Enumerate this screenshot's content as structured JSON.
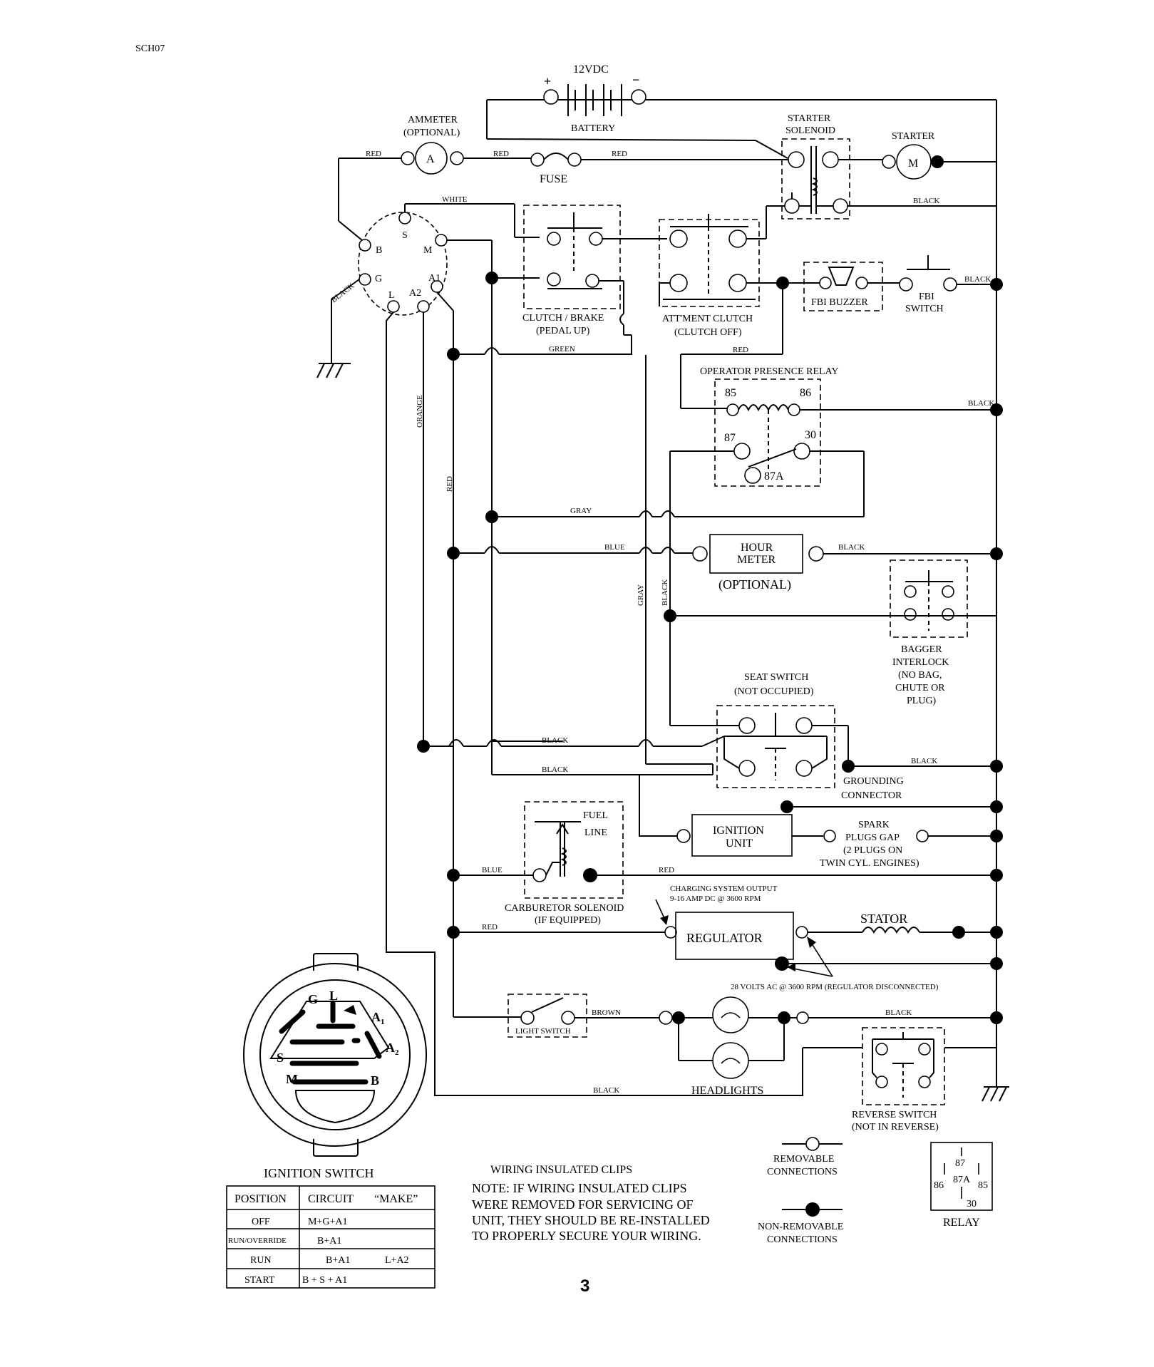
{
  "doc_code": "SCH07",
  "page_number": "3",
  "power": {
    "voltage": "12VDC",
    "plus": "+",
    "minus": "−",
    "battery": "BATTERY"
  },
  "components": {
    "ammeter_title": "AMMETER",
    "ammeter_sub": "(OPTIONAL)",
    "ammeter_letter": "A",
    "fuse": "FUSE",
    "starter_solenoid_1": "STARTER",
    "starter_solenoid_2": "SOLENOID",
    "starter": "STARTER",
    "starter_letter": "M",
    "clutch_brake_1": "CLUTCH / BRAKE",
    "clutch_brake_2": "(PEDAL UP)",
    "attment_clutch_1": "ATT'MENT CLUTCH",
    "attment_clutch_2": "(CLUTCH OFF)",
    "fbi_buzzer": "FBI BUZZER",
    "fbi_switch_1": "FBI",
    "fbi_switch_2": "SWITCH",
    "opr_title": "OPERATOR PRESENCE RELAY",
    "relay_85": "85",
    "relay_86": "86",
    "relay_87": "87",
    "relay_30": "30",
    "relay_87a": "87A",
    "hour_meter_1": "HOUR",
    "hour_meter_2": "METER",
    "hour_meter_3": "(OPTIONAL)",
    "bagger_1": "BAGGER",
    "bagger_2": "INTERLOCK",
    "bagger_3": "(NO BAG,",
    "bagger_4": "CHUTE OR",
    "bagger_5": "PLUG)",
    "seat_switch_1": "SEAT SWITCH",
    "seat_switch_2": "(NOT OCCUPIED)",
    "grounding_1": "GROUNDING",
    "grounding_2": "CONNECTOR",
    "fuel_1": "FUEL",
    "fuel_2": "LINE",
    "ignition_unit_1": "IGNITION",
    "ignition_unit_2": "UNIT",
    "spark_1": "SPARK",
    "spark_2": "PLUGS GAP",
    "spark_3": "(2 PLUGS ON",
    "spark_4": "TWIN CYL. ENGINES)",
    "carb_1": "CARBURETOR SOLENOID",
    "carb_2": "(IF EQUIPPED)",
    "charging_1": "CHARGING SYSTEM OUTPUT",
    "charging_2": "9-16 AMP DC @ 3600 RPM",
    "regulator": "REGULATOR",
    "stator": "STATOR",
    "volts_ac": "28 VOLTS AC @ 3600 RPM (REGULATOR DISCONNECTED)",
    "light_switch": "LIGHT SWITCH",
    "headlights": "HEADLIGHTS",
    "reverse_1": "REVERSE SWITCH",
    "reverse_2": "(NOT IN REVERSE)"
  },
  "ignition_terminals": {
    "b": "B",
    "s": "S",
    "m": "M",
    "g": "G",
    "l": "L",
    "a2": "A2",
    "a1": "A1"
  },
  "wire_labels": {
    "red_1": "RED",
    "red_2": "RED",
    "red_3": "RED",
    "white": "WHITE",
    "black_solenoid": "BLACK",
    "black_ign": "BLACK",
    "black_fbi": "BLACK",
    "green": "GREEN",
    "red_relay": "RED",
    "black_relay": "BLACK",
    "orange": "ORANGE",
    "red_vertical": "RED",
    "gray": "GRAY",
    "blue_hour": "BLUE",
    "black_hour": "BLACK",
    "gray_vertical": "GRAY",
    "black_vertical": "BLACK",
    "black_seat": "BLACK",
    "black_seat2": "BLACK",
    "black_ground": "BLACK",
    "blue_carb": "BLUE",
    "red_carb": "RED",
    "red_reg": "RED",
    "brown": "BROWN",
    "black_head": "BLACK",
    "black_bottom": "BLACK"
  },
  "ignition_switch": {
    "title": "IGNITION SWITCH",
    "face": {
      "g": "G",
      "l": "L",
      "a1": "A",
      "a1_sub": "1",
      "a2": "A",
      "a2_sub": "2",
      "s": "S",
      "m": "M",
      "b": "B"
    },
    "headers": [
      "POSITION",
      "CIRCUIT",
      "“MAKE”"
    ],
    "rows": [
      {
        "position": "OFF",
        "circuit": "M+G+A1",
        "extra": ""
      },
      {
        "position": "RUN/OVERRIDE",
        "circuit": "B+A1",
        "extra": ""
      },
      {
        "position": "RUN",
        "circuit": "B+A1",
        "extra": "L+A2"
      },
      {
        "position": "START",
        "circuit": "B + S + A1",
        "extra": ""
      }
    ]
  },
  "note": {
    "title": "WIRING INSULATED CLIPS",
    "lines": [
      "NOTE:  IF WIRING INSULATED CLIPS",
      "WERE REMOVED FOR SERVICING OF",
      " UNIT, THEY SHOULD BE RE-INSTALLED",
      "TO PROPERLY SECURE YOUR WIRING."
    ]
  },
  "legend": {
    "removable_1": "REMOVABLE",
    "removable_2": "CONNECTIONS",
    "nonremovable_1": "NON-REMOVABLE",
    "nonremovable_2": "CONNECTIONS",
    "relay": "RELAY",
    "relay_pins": {
      "p87": "87",
      "p86": "86",
      "p87a": "87A",
      "p85": "85",
      "p30": "30"
    }
  }
}
